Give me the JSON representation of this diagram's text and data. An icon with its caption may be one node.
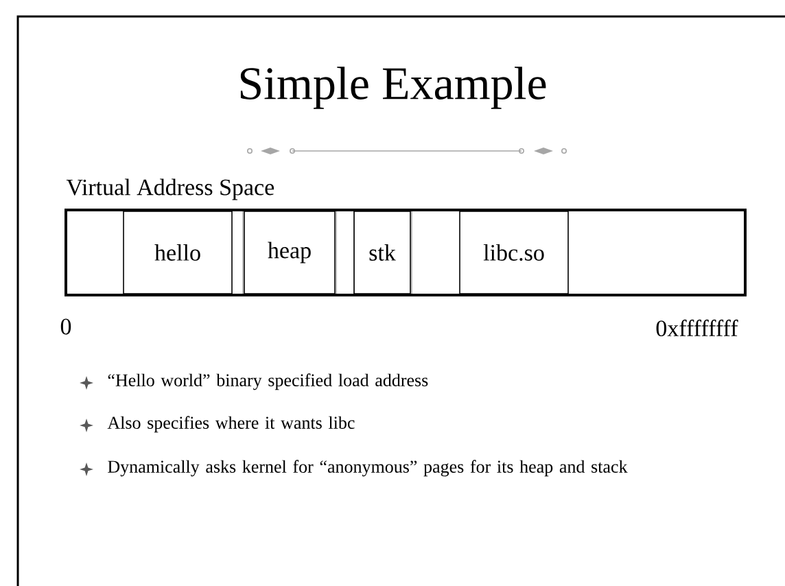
{
  "diagram": {
    "title": "Simple Example",
    "nodes": [
      {
        "text": [],
        "shape": "bar"
      },
      {
        "text": [
          "hello"
        ],
        "in": 0
      },
      {
        "text": [
          "heap"
        ],
        "in": 0
      },
      {
        "text": [
          "stk"
        ],
        "in": 0
      },
      {
        "text": [
          "libc.so"
        ],
        "in": 0
      }
    ],
    "edges": [],
    "labels": [
      "Virtual Address Space",
      "0",
      "0xffffffff",
      "“Hello world” binary specified load address",
      "Also specifies where it wants libc",
      "Dynamically asks kernel for “anonymous” pages for its heap and stack"
    ]
  }
}
